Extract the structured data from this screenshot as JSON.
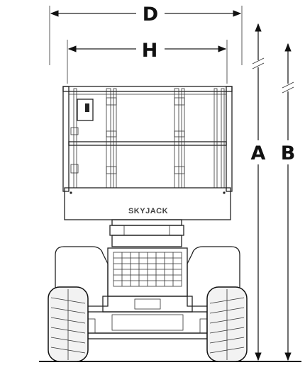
{
  "dimensions": {
    "overall_width_label": "D",
    "platform_width_label": "H",
    "stowed_height_label": "A",
    "stowed_height_rails_folded_label": "B"
  },
  "platform": {
    "brand_text": "SKYJACK"
  },
  "colors": {
    "line": "#222222",
    "tire_fill": "#f2f2f2",
    "background": "#ffffff"
  }
}
